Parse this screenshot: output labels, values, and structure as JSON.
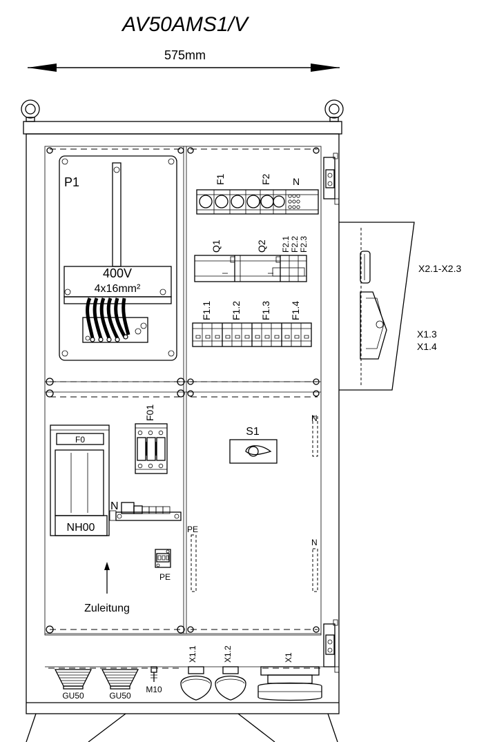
{
  "title": "AV50AMS1/V",
  "width_label": "575mm",
  "labels": {
    "p1": "P1",
    "voltage": "400V",
    "cable": "4x16mm²",
    "f1": "F1",
    "f2": "F2",
    "n_top": "N",
    "q1": "Q1",
    "q2": "Q2",
    "f21": "F2.1",
    "f22": "F2.2",
    "f23": "F2.3",
    "f11": "F1.1",
    "f12": "F1.2",
    "f13": "F1.3",
    "f14": "F1.4",
    "x21_23": "X2.1-X2.3",
    "x13": "X1.3",
    "x14": "X1.4",
    "f0": "F0",
    "nh00": "NH00",
    "n_mid": "N",
    "f01": "F01",
    "pe_block": "PE",
    "zuleitung": "Zuleitung",
    "s1": "S1",
    "n_right1": "N",
    "n_right2": "N",
    "pe_left": "PE",
    "x11": "X1.1",
    "x12": "X1.2",
    "x1": "X1",
    "gu50_1": "GU50",
    "gu50_2": "GU50",
    "m10": "M10"
  }
}
